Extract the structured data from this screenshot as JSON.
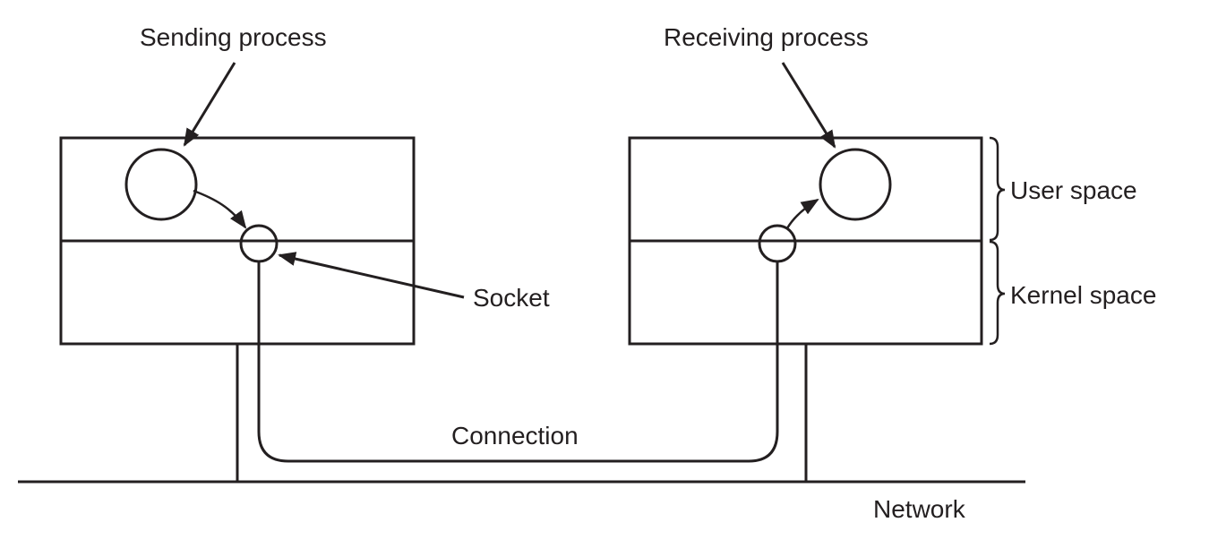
{
  "labels": {
    "sending_process": "Sending process",
    "receiving_process": "Receiving process",
    "socket": "Socket",
    "user_space": "User space",
    "kernel_space": "Kernel space",
    "connection": "Connection",
    "network": "Network"
  }
}
